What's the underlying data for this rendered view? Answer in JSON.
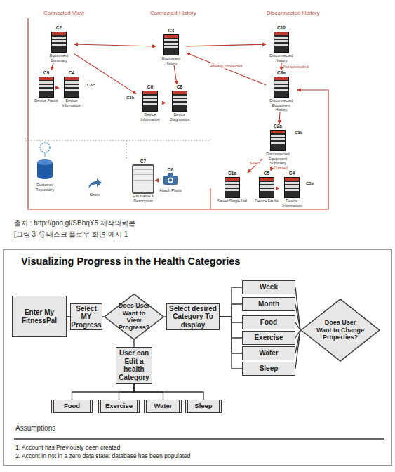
{
  "diagram": {
    "title": "Visualizing Progress in the Health Categories",
    "caption": "[그림 3-4] 태스크 플로우 화면 예시 1",
    "nodes": [
      {
        "text": [
          "C2",
          "Equipment Summary"
        ]
      },
      {
        "text": [
          "C9",
          "Device Faults"
        ]
      },
      {
        "text": [
          "C4",
          "Device Information"
        ]
      },
      {
        "text": [
          "C3",
          "Equipment History"
        ]
      },
      {
        "text": [
          "C6",
          "Device Information"
        ]
      },
      {
        "text": [
          "C8",
          "Device Diagnostics"
        ]
      },
      {
        "text": [
          "C10",
          "Disconnected History"
        ]
      },
      {
        "text": [
          "C3a",
          "Disconnected Equipment History"
        ]
      },
      {
        "text": [
          "C2a",
          "Disconnected Equipment Summary"
        ]
      },
      {
        "text": [
          "C1a",
          "Saved Single List"
        ]
      },
      {
        "text": [
          "C5",
          "Device Faults"
        ]
      },
      {
        "text": [
          "C4",
          "Device Information"
        ]
      },
      {
        "text": [
          "C7",
          "Edit Name & Description"
        ]
      },
      {
        "text": [
          "C6",
          "Attach Photo"
        ]
      },
      {
        "text": [
          "Share"
        ]
      },
      {
        "text": [
          "Customer Repository"
        ]
      },
      {
        "text": [
          "Enter My FitnessPal"
        ]
      },
      {
        "text": [
          "Select MY Progress"
        ]
      },
      {
        "text": [
          "Does User Want to View Progress?"
        ]
      },
      {
        "text": [
          "Select desired Category To display"
        ]
      },
      {
        "text": [
          "Week"
        ]
      },
      {
        "text": [
          "Month"
        ]
      },
      {
        "text": [
          "Food"
        ]
      },
      {
        "text": [
          "Exercise"
        ]
      },
      {
        "text": [
          "Water"
        ]
      },
      {
        "text": [
          "Sleep"
        ]
      },
      {
        "text": [
          "Does User Want to Change Properties?"
        ]
      },
      {
        "text": [
          "User can Edit a health Category"
        ]
      },
      {
        "text": [
          "Food"
        ]
      },
      {
        "text": [
          "Exercise"
        ]
      },
      {
        "text": [
          "Water"
        ]
      },
      {
        "text": [
          "Sleep"
        ]
      }
    ],
    "edges": [
      {
        "from": 0,
        "to": 3,
        "arrow": "both"
      },
      {
        "from": 0,
        "to": 1,
        "arrow": "to"
      },
      {
        "from": 1,
        "to": 2,
        "arrow": "to"
      },
      {
        "from": 0,
        "to": 4,
        "arrow": "to"
      },
      {
        "from": 4,
        "to": 5,
        "arrow": "to"
      },
      {
        "from": 3,
        "to": 5,
        "arrow": "to"
      },
      {
        "from": 3,
        "to": 6,
        "arrow": "to"
      },
      {
        "from": 6,
        "to": 7,
        "arrow": "to",
        "label": "Not connected"
      },
      {
        "from": 7,
        "to": 3,
        "arrow": "to",
        "label": "Already connected"
      },
      {
        "from": 7,
        "to": 8,
        "arrow": "to"
      },
      {
        "from": 8,
        "to": 9,
        "arrow": "to",
        "label": "Select"
      },
      {
        "from": 8,
        "to": 10,
        "arrow": "to",
        "label": "Connect"
      },
      {
        "from": 10,
        "to": 11,
        "arrow": "to"
      },
      {
        "from": 12,
        "to": 13,
        "arrow": "to"
      },
      {
        "from": 16,
        "to": 17,
        "arrow": "none"
      },
      {
        "from": 17,
        "to": 18,
        "arrow": "none"
      },
      {
        "from": 18,
        "to": 19,
        "arrow": "none"
      },
      {
        "from": 19,
        "to": 20,
        "arrow": "none"
      },
      {
        "from": 19,
        "to": 21,
        "arrow": "none"
      },
      {
        "from": 19,
        "to": 22,
        "arrow": "none"
      },
      {
        "from": 19,
        "to": 23,
        "arrow": "none"
      },
      {
        "from": 19,
        "to": 24,
        "arrow": "none"
      },
      {
        "from": 19,
        "to": 25,
        "arrow": "none"
      },
      {
        "from": 20,
        "to": 26,
        "arrow": "none"
      },
      {
        "from": 21,
        "to": 26,
        "arrow": "none"
      },
      {
        "from": 22,
        "to": 26,
        "arrow": "none"
      },
      {
        "from": 23,
        "to": 26,
        "arrow": "none"
      },
      {
        "from": 24,
        "to": 26,
        "arrow": "none"
      },
      {
        "from": 25,
        "to": 26,
        "arrow": "none"
      },
      {
        "from": 18,
        "to": 27,
        "arrow": "none"
      },
      {
        "from": 27,
        "to": 28,
        "arrow": "none"
      },
      {
        "from": 27,
        "to": 29,
        "arrow": "none"
      },
      {
        "from": 27,
        "to": 30,
        "arrow": "none"
      },
      {
        "from": 27,
        "to": 31,
        "arrow": "none"
      }
    ],
    "labels": [
      "Connected View",
      "Connected History",
      "Disconnected History",
      "C3c",
      "C3b",
      "C3b",
      "C3e",
      "출처 : http://goo.gl/SBhqY5 제작의뢰본",
      "Assumptions",
      "1. Account has Previously been created",
      "2. Accont in not in a zero data state: database has been populated"
    ]
  }
}
